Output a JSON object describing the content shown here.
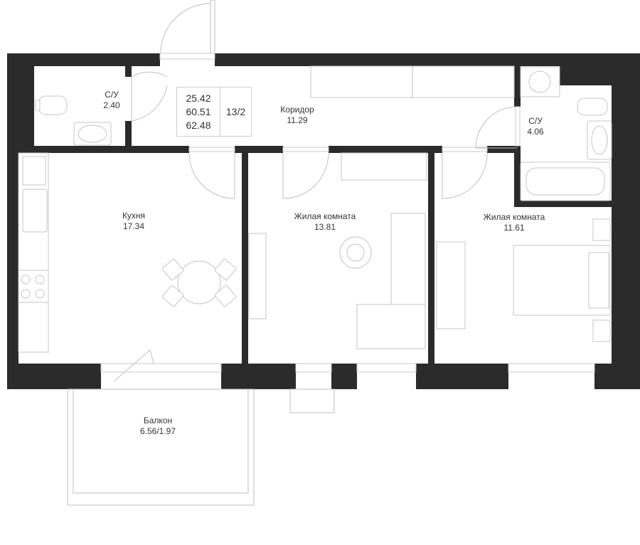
{
  "rooms": {
    "bath1": {
      "name": "С/У",
      "area": "2.40"
    },
    "corridor": {
      "name": "Коридор",
      "area": "11.29"
    },
    "bath2": {
      "name": "С/У",
      "area": "4.06"
    },
    "kitchen": {
      "name": "Кухня",
      "area": "17.34"
    },
    "living1": {
      "name": "Жилая комната",
      "area": "13.81"
    },
    "living2": {
      "name": "Жилая комната",
      "area": "11.61"
    },
    "balcony": {
      "name": "Балкон",
      "area": "6.56/1.97"
    }
  },
  "summary": {
    "living_area": "25.42",
    "total_area": "60.51",
    "total_with_balcony": "62.48",
    "floor": "13/2"
  },
  "colors": {
    "wall": "#2b2b2b",
    "line": "#c4c4c4",
    "text": "#333333",
    "background": "#ffffff"
  }
}
